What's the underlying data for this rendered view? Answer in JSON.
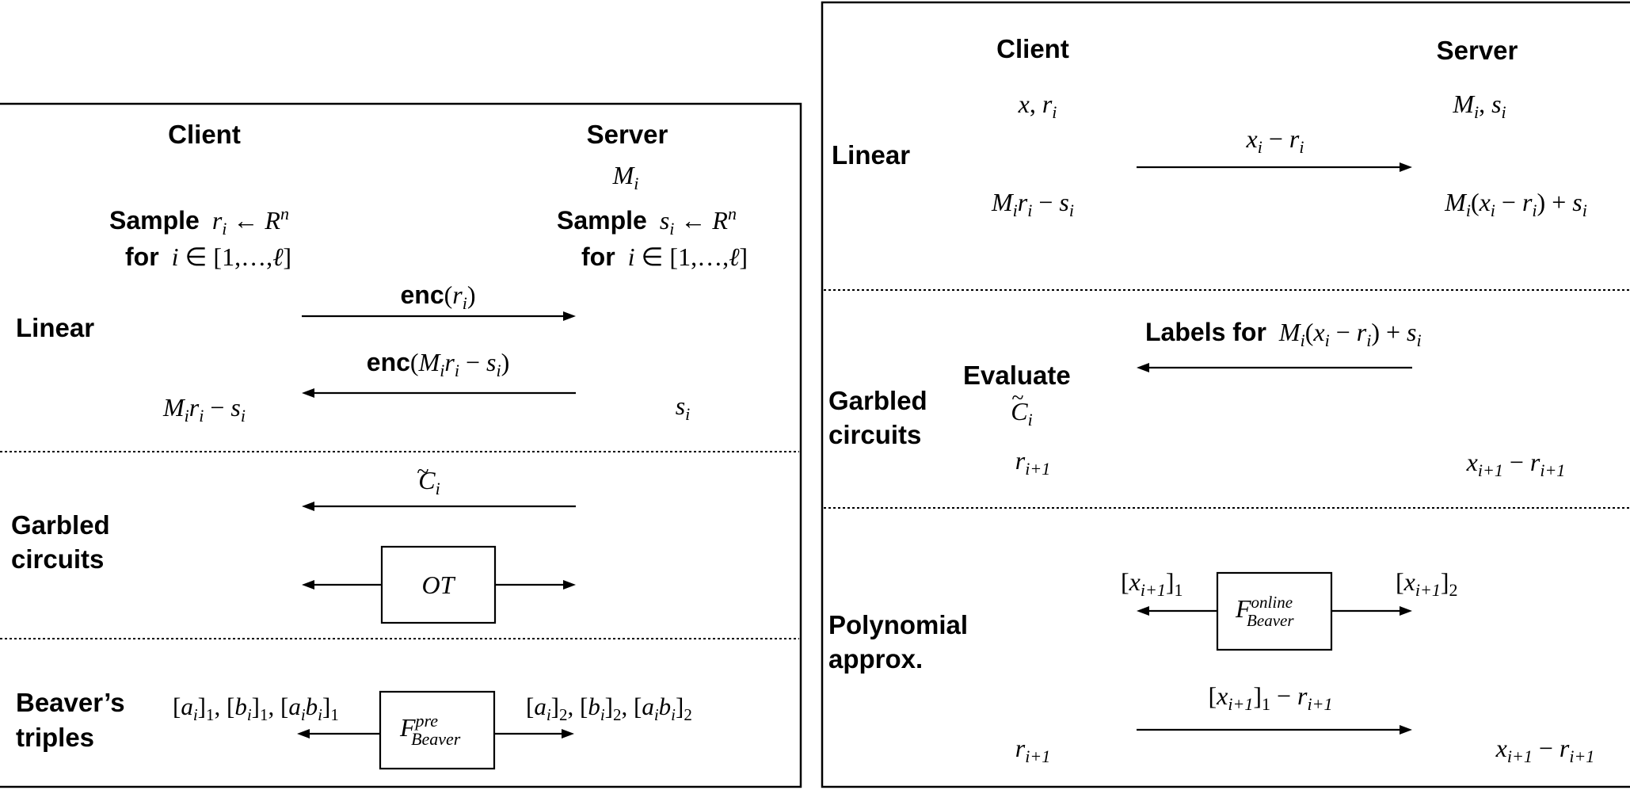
{
  "left_panel": {
    "client_title": "Client",
    "server_title": "Server",
    "server_input": "M_i",
    "client_sample_label": "Sample",
    "client_sample_expr": "r_i ← R^n",
    "client_for_label": "for",
    "client_for_expr": "i ∈ [1,…,ℓ]",
    "server_sample_label": "Sample",
    "server_sample_expr": "s_i ← R^n",
    "server_for_label": "for",
    "server_for_expr": "i ∈ [1,…,ℓ]",
    "section_linear": "Linear",
    "msg1_bold": "enc",
    "msg1_arg": "(r_i)",
    "msg2_bold": "enc",
    "msg2_arg": "(M_i r_i − s_i)",
    "client_linear_out": "M_i r_i − s_i",
    "server_linear_out": "s_i",
    "section_garbled_line1": "Garbled",
    "section_garbled_line2": "circuits",
    "garbled_msg": "C̃_i",
    "ot_label": "OT",
    "section_beaver_line1": "Beaver’s",
    "section_beaver_line2": "triples",
    "beaver_client_shares": "[a_i]_1, [b_i]_1, [a_i b_i]_1",
    "beaver_server_shares": "[a_i]_2, [b_i]_2, [a_i b_i]_2",
    "beaver_box": "F^pre_Beaver"
  },
  "right_panel": {
    "client_title": "Client",
    "server_title": "Server",
    "client_input": "x, r_i",
    "server_input": "M_i, s_i",
    "section_linear": "Linear",
    "linear_msg": "x_i − r_i",
    "client_linear_out": "M_i r_i − s_i",
    "server_linear_out": "M_i(x_i − r_i) + s_i",
    "labels_prefix": "Labels for",
    "labels_expr": "M_i(x_i − r_i) + s_i",
    "evaluate_label": "Evaluate",
    "evaluate_expr": "C̃_i",
    "section_garbled_line1": "Garbled",
    "section_garbled_line2": "circuits",
    "client_garbled_out": "r_{i+1}",
    "server_garbled_out": "x_{i+1} − r_{i+1}",
    "section_poly_line1": "Polynomial",
    "section_poly_line2": "approx.",
    "poly_client_share": "[x_{i+1}]_1",
    "poly_server_share": "[x_{i+1}]_2",
    "poly_box": "F^online_Beaver",
    "poly_msg": "[x_{i+1}]_1 − r_{i+1}",
    "client_poly_out": "r_{i+1}",
    "server_poly_out": "x_{i+1} − r_{i+1}"
  }
}
